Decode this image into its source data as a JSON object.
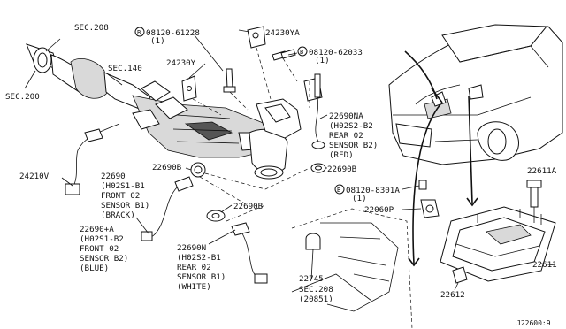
{
  "callouts": {
    "sec_200": "SEC.200",
    "sec_208_top": "SEC.208",
    "sec_140": "SEC.140",
    "bolt_61228": "08120-61228",
    "bolt_61228_qty": "(1)",
    "bracket_24230ya": "24230YA",
    "bolt_62033": "08120-62033",
    "bolt_62033_qty": "(1)",
    "bracket_24230y": "24230Y",
    "sensor_22690na": "22690NA",
    "sensor_22690na_spec": "(H02S2-B2",
    "sensor_22690na_l1": "REAR 02",
    "sensor_22690na_l2": "SENSOR B2)",
    "sensor_22690na_color": "(RED)",
    "harness_24210v": "24210V",
    "sensor_22690": "22690",
    "sensor_22690_spec": "(H02S1-B1",
    "sensor_22690_l1": "FRONT 02",
    "sensor_22690_l2": "SENSOR B1)",
    "sensor_22690_color": "(BRACK)",
    "gasket_22690b_a": "22690B",
    "gasket_22690b_b": "22690B",
    "gasket_22690b_c": "22690B",
    "sensor_22690a": "22690+A",
    "sensor_22690a_spec": "(H02S1-B2",
    "sensor_22690a_l1": "FRONT 02",
    "sensor_22690a_l2": "SENSOR B2)",
    "sensor_22690a_color": "(BLUE)",
    "sensor_22690n": "22690N",
    "sensor_22690n_spec": "(H02S2-B1",
    "sensor_22690n_l1": "REAR 02",
    "sensor_22690n_l2": "SENSOR B1)",
    "sensor_22690n_color": "(WHITE)",
    "bolt_8301a": "08120-8301A",
    "bolt_8301a_qty": "(1)",
    "sensor_22060p": "22060P",
    "part_22745": "22745",
    "sec_208_bottom": "SEC.208",
    "sec_208_bottom_sub": "(20851)",
    "bolt_22611a": "22611A",
    "module_22611": "22611",
    "part_22612": "22612",
    "diagram_code": "J22600:9",
    "bolt_marker": "B"
  }
}
